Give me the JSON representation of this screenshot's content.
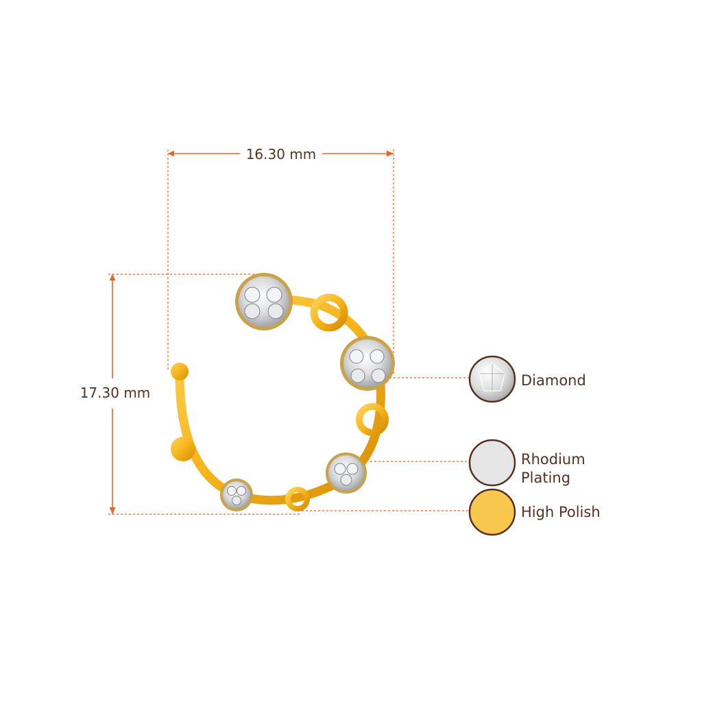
{
  "dimensions": {
    "width_label": "16.30 mm",
    "height_label": "17.30 mm"
  },
  "legend": {
    "diamond": {
      "label": "Diamond"
    },
    "rhodium": {
      "line1": "Rhodium",
      "line2": "Plating",
      "color": "#e6e6e6"
    },
    "polish": {
      "label": "High Polish",
      "color": "#f7c84d"
    }
  },
  "colors": {
    "dimension_line": "#e8632a",
    "gold": "#f4b318",
    "gold_dark": "#d98f08",
    "text": "#5a2f1e",
    "swatch_border": "#5a2f1e"
  },
  "icons": {
    "product": "diamond-gold-ear-cuff",
    "diamond_swatch": "diamond-icon",
    "rhodium_swatch": "rhodium-swatch-icon",
    "polish_swatch": "polish-swatch-icon"
  }
}
